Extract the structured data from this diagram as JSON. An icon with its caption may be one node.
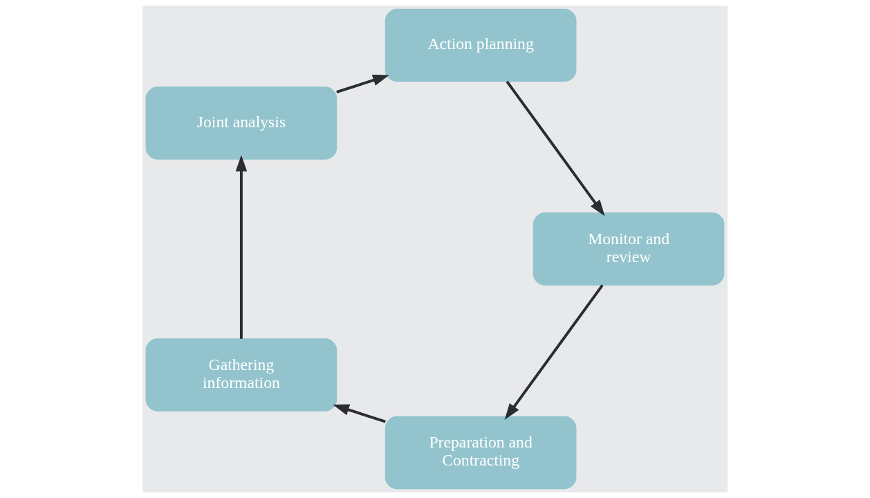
{
  "diagram": {
    "nodes": [
      {
        "text": [
          "Preparation and Contracting"
        ]
      },
      {
        "text": [
          "Gathering information"
        ]
      },
      {
        "text": [
          "Joint analysis"
        ]
      },
      {
        "text": [
          "Action planning"
        ]
      },
      {
        "text": [
          "Monitor and review"
        ]
      }
    ],
    "edges": [
      {
        "from": 0,
        "to": 1,
        "arrow": "to"
      },
      {
        "from": 1,
        "to": 2,
        "arrow": "to"
      },
      {
        "from": 2,
        "to": 3,
        "arrow": "to"
      },
      {
        "from": 3,
        "to": 4,
        "arrow": "to"
      },
      {
        "from": 4,
        "to": 0,
        "arrow": "to"
      }
    ]
  }
}
